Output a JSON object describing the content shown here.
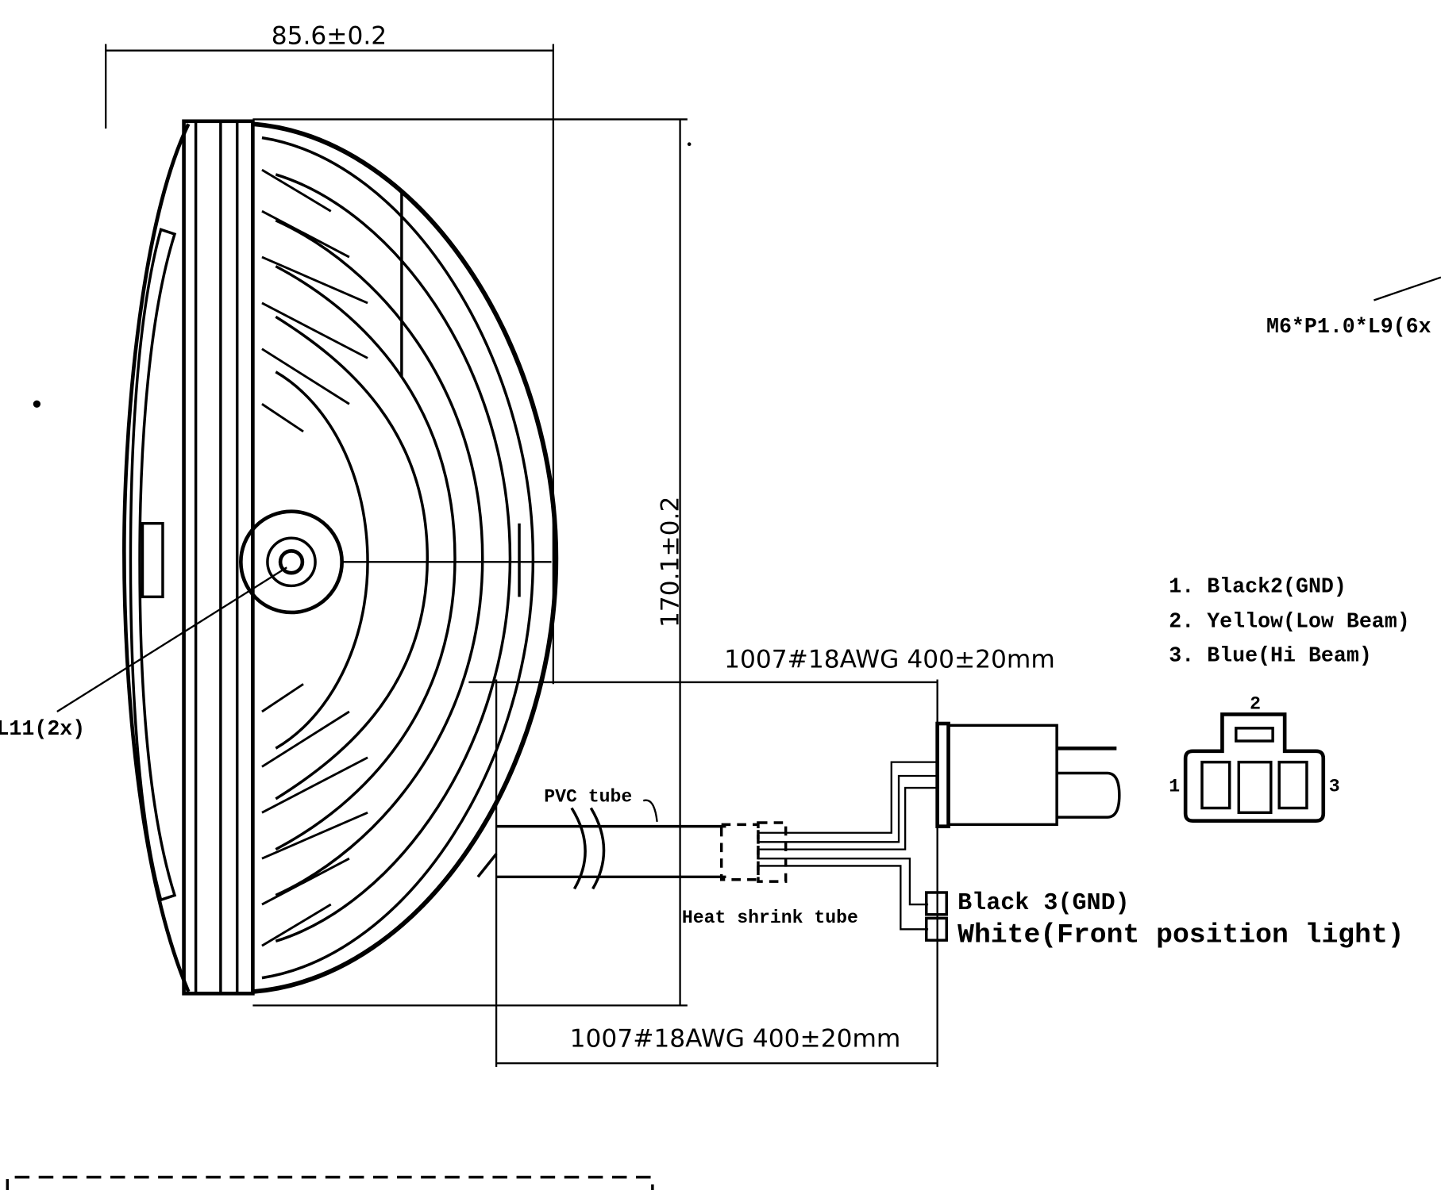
{
  "dimensions": {
    "depth": "85.6±0.2",
    "height": "170.1±0.2",
    "wire_upper": "1007#18AWG  400±20mm",
    "wire_lower": "1007#18AWG  400±20mm"
  },
  "callouts": {
    "screw": "M6*P1.0*L9(6x",
    "mount": "L11(2x)",
    "pvc_tube": "PVC tube",
    "heat_shrink": "Heat shrink tube"
  },
  "pinout": [
    "1. Black2(GND)",
    "2. Yellow(Low Beam)",
    "3. Blue(Hi Beam)"
  ],
  "connector_pins": [
    "1",
    "2",
    "3"
  ],
  "extra_wires": [
    "Black 3(GND)",
    "White(Front position light)"
  ]
}
